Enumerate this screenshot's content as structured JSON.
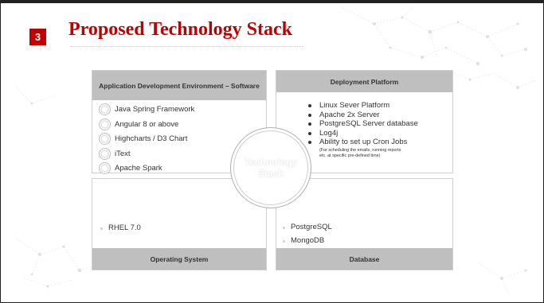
{
  "slide": {
    "number": "3",
    "title": "Proposed Technology Stack"
  },
  "quadrants": {
    "app_dev": {
      "heading": "Application Development Environment – Software",
      "items": [
        {
          "label": "Java Spring Framework",
          "icon": "ring-icon"
        },
        {
          "label": "Angular 8 or above",
          "icon": "ring-icon"
        },
        {
          "label": "Highcharts / D3 Chart",
          "icon": "ring-icon"
        },
        {
          "label": "iText",
          "icon": "ring-icon"
        },
        {
          "label": "Apache Spark",
          "icon": "ring-icon"
        }
      ]
    },
    "deployment": {
      "heading": "Deployment Platform",
      "items": [
        {
          "label": "Linux Sever Platform"
        },
        {
          "label": "Apache 2x Server"
        },
        {
          "label": "PostgreSQL Server database"
        },
        {
          "label": "Log4j"
        },
        {
          "label": "Ability to set up Cron Jobs"
        }
      ],
      "note_lines": [
        "(For scheduling the emails, running reports",
        "etc. at specific pre-defined time)"
      ]
    },
    "os": {
      "heading": "Operating System",
      "items": [
        {
          "label": "RHEL 7.0"
        }
      ]
    },
    "database": {
      "heading": "Database",
      "items": [
        {
          "label": "PostgreSQL"
        },
        {
          "label": "MongoDB"
        }
      ]
    }
  },
  "center": {
    "label": "Technology Stack"
  },
  "colors": {
    "accent": "#c00000",
    "header_gray": "#bfbfbf",
    "border_gray": "#cfcfcf"
  }
}
